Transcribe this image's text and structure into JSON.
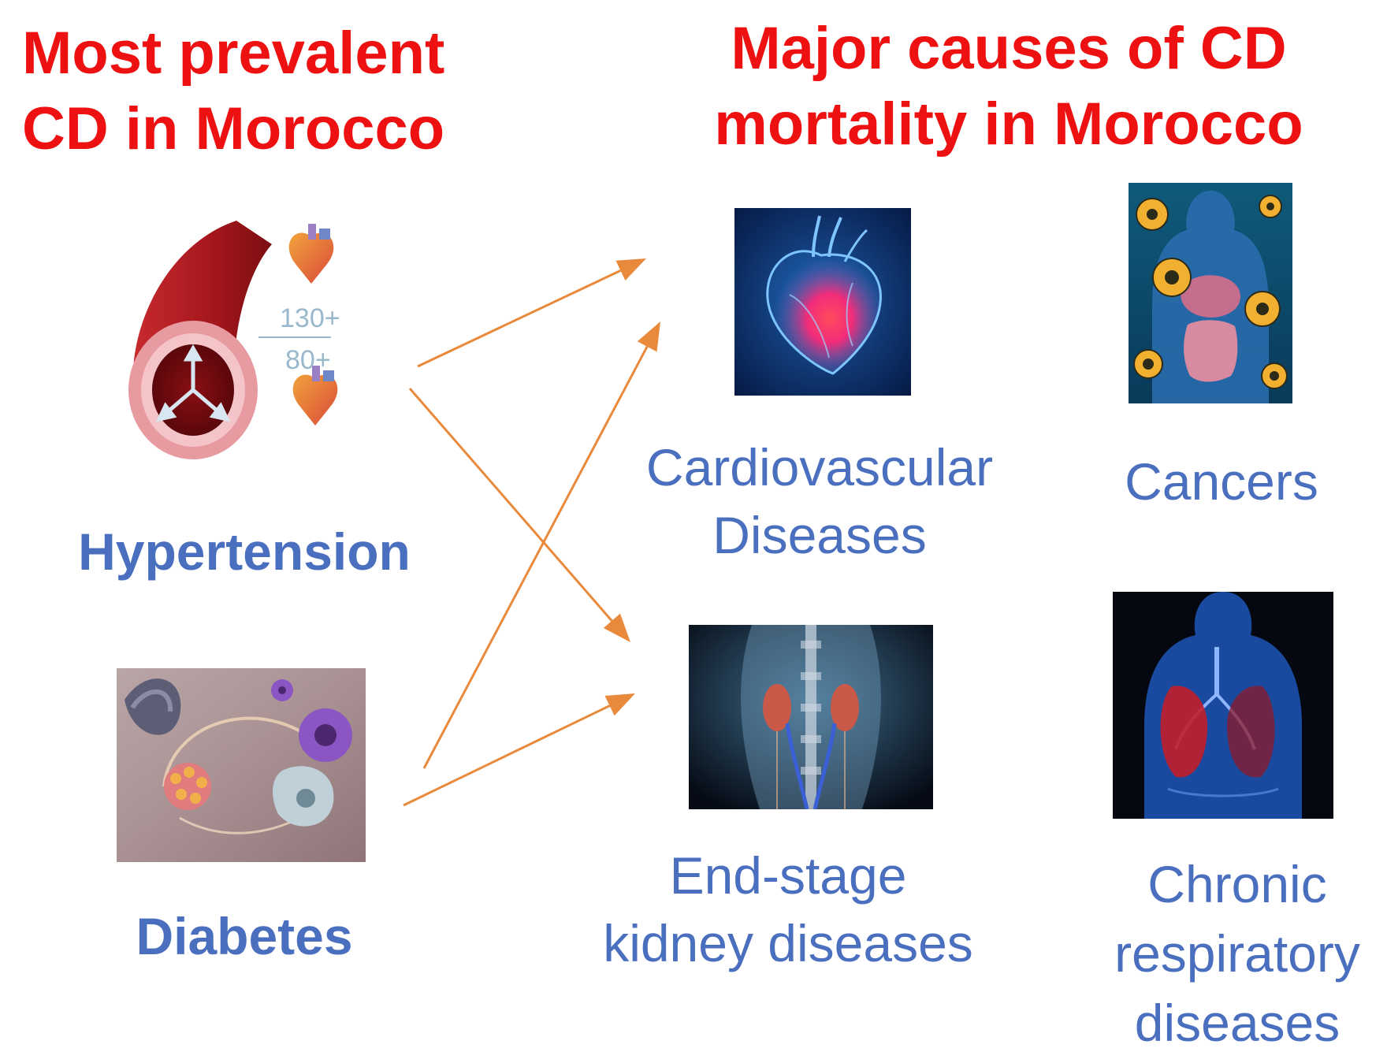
{
  "headings": {
    "left": [
      "Most prevalent",
      "CD in Morocco"
    ],
    "right": [
      "Major causes of CD",
      "mortality in Morocco"
    ]
  },
  "prevalent": {
    "hypertension": {
      "label": "Hypertension",
      "systolic": "130+",
      "diastolic": "80+"
    },
    "diabetes": {
      "label": "Diabetes"
    }
  },
  "mortality": {
    "cvd": [
      "Cardiovascular",
      "Diseases"
    ],
    "cancers": [
      "Cancers"
    ],
    "kidney": [
      "End-stage",
      "kidney diseases"
    ],
    "respiratory": [
      "Chronic",
      "respiratory",
      "diseases"
    ]
  },
  "colors": {
    "heading": "#ee1111",
    "label": "#4a6fbf",
    "arrow": "#e8893c"
  },
  "arrows": [
    {
      "from": "hypertension",
      "to": "cardiovascular-diseases"
    },
    {
      "from": "hypertension",
      "to": "end-stage-kidney-diseases"
    },
    {
      "from": "diabetes",
      "to": "cardiovascular-diseases"
    },
    {
      "from": "diabetes",
      "to": "end-stage-kidney-diseases"
    }
  ]
}
